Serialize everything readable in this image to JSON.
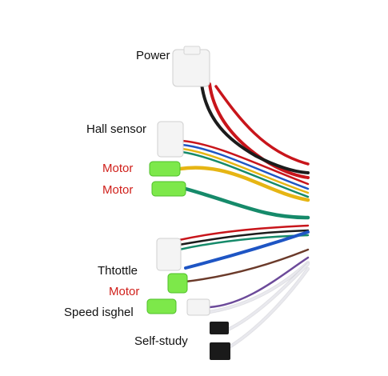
{
  "labels": {
    "power": "Power",
    "hall_sensor": "Hall sensor",
    "motor_1": "Motor",
    "motor_2": "Motor",
    "throttle": "Thtottle",
    "motor_3": "Motor",
    "speed": "Speed isghel",
    "self_study": "Self-study"
  },
  "colors": {
    "label_text": "#111111",
    "motor_label": "#d0201b",
    "wire_red": "#c8151b",
    "wire_black": "#1c1c1c",
    "wire_yellow": "#e6b514",
    "wire_blue": "#1e55c4",
    "wire_green": "#168a6a",
    "wire_brown": "#6b3a2a",
    "wire_purple": "#6c4a9a",
    "wire_white": "#e9e9ee",
    "connector_white": "#f4f4f4",
    "connector_green": "#7de84a",
    "connector_black": "#1a1a1a"
  }
}
